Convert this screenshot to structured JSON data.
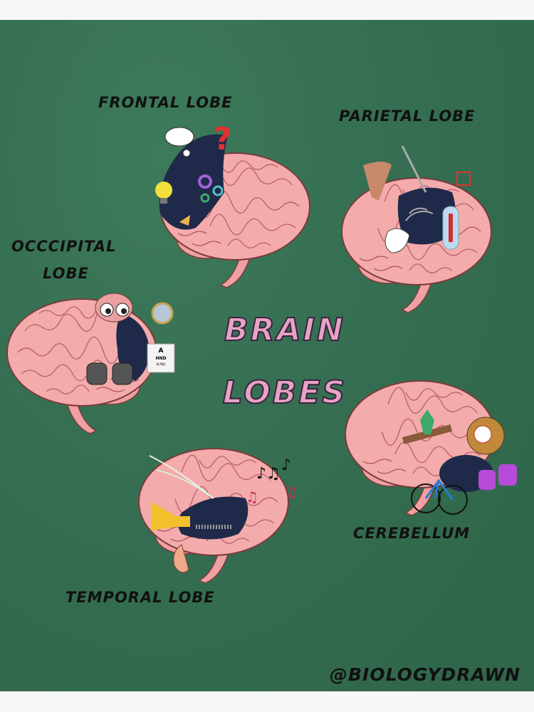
{
  "title": {
    "line1": "BRAIN",
    "line2": "LOBES"
  },
  "labels": {
    "frontal": "FRONTAL LOBE",
    "parietal": "PARIETAL LOBE",
    "occipital_line1": "OCCCIPITAL",
    "occipital_line2": "LOBE",
    "temporal": "TEMPORAL LOBE",
    "cerebellum": "CEREBELLUM"
  },
  "credit": "@BIOLOGYDRAWN",
  "eye_chart": {
    "row1": "A",
    "row2": "HND",
    "row3": "KLPIJD"
  },
  "colors": {
    "background": "#356e52",
    "brain": "#f2a7a8",
    "highlight": "#1f2a4a",
    "title_fill": "#e7a3c4"
  }
}
